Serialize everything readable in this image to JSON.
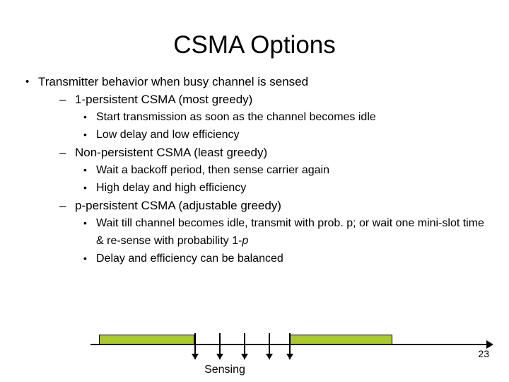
{
  "slide": {
    "title": "CSMA Options",
    "page_number": "23",
    "bullets": [
      {
        "marker": "•",
        "text": "Transmitter behavior when busy channel is sensed",
        "children": [
          {
            "marker": "–",
            "text": "1-persistent CSMA (most greedy)",
            "children": [
              {
                "marker": "•",
                "text": "Start transmission as soon as the channel becomes idle"
              },
              {
                "marker": "•",
                "text": "Low delay and low efficiency"
              }
            ]
          },
          {
            "marker": "–",
            "text": "Non-persistent CSMA (least greedy)",
            "children": [
              {
                "marker": "•",
                "text": "Wait a backoff period, then sense carrier again"
              },
              {
                "marker": "•",
                "text": "High delay and high efficiency"
              }
            ]
          },
          {
            "marker": "–",
            "text": "p-persistent CSMA (adjustable greedy)",
            "children": [
              {
                "marker": "•",
                "text_part1": "Wait till channel becomes idle, transmit with prob. p; or wait one mini-slot time & re-sense with probability 1-",
                "text_italic": "p"
              },
              {
                "marker": "•",
                "text": "Delay and efficiency can be balanced"
              }
            ]
          }
        ]
      }
    ]
  },
  "diagram": {
    "sensing_label": "Sensing",
    "busy_color": "#a8cc22",
    "line_color": "#000000"
  }
}
